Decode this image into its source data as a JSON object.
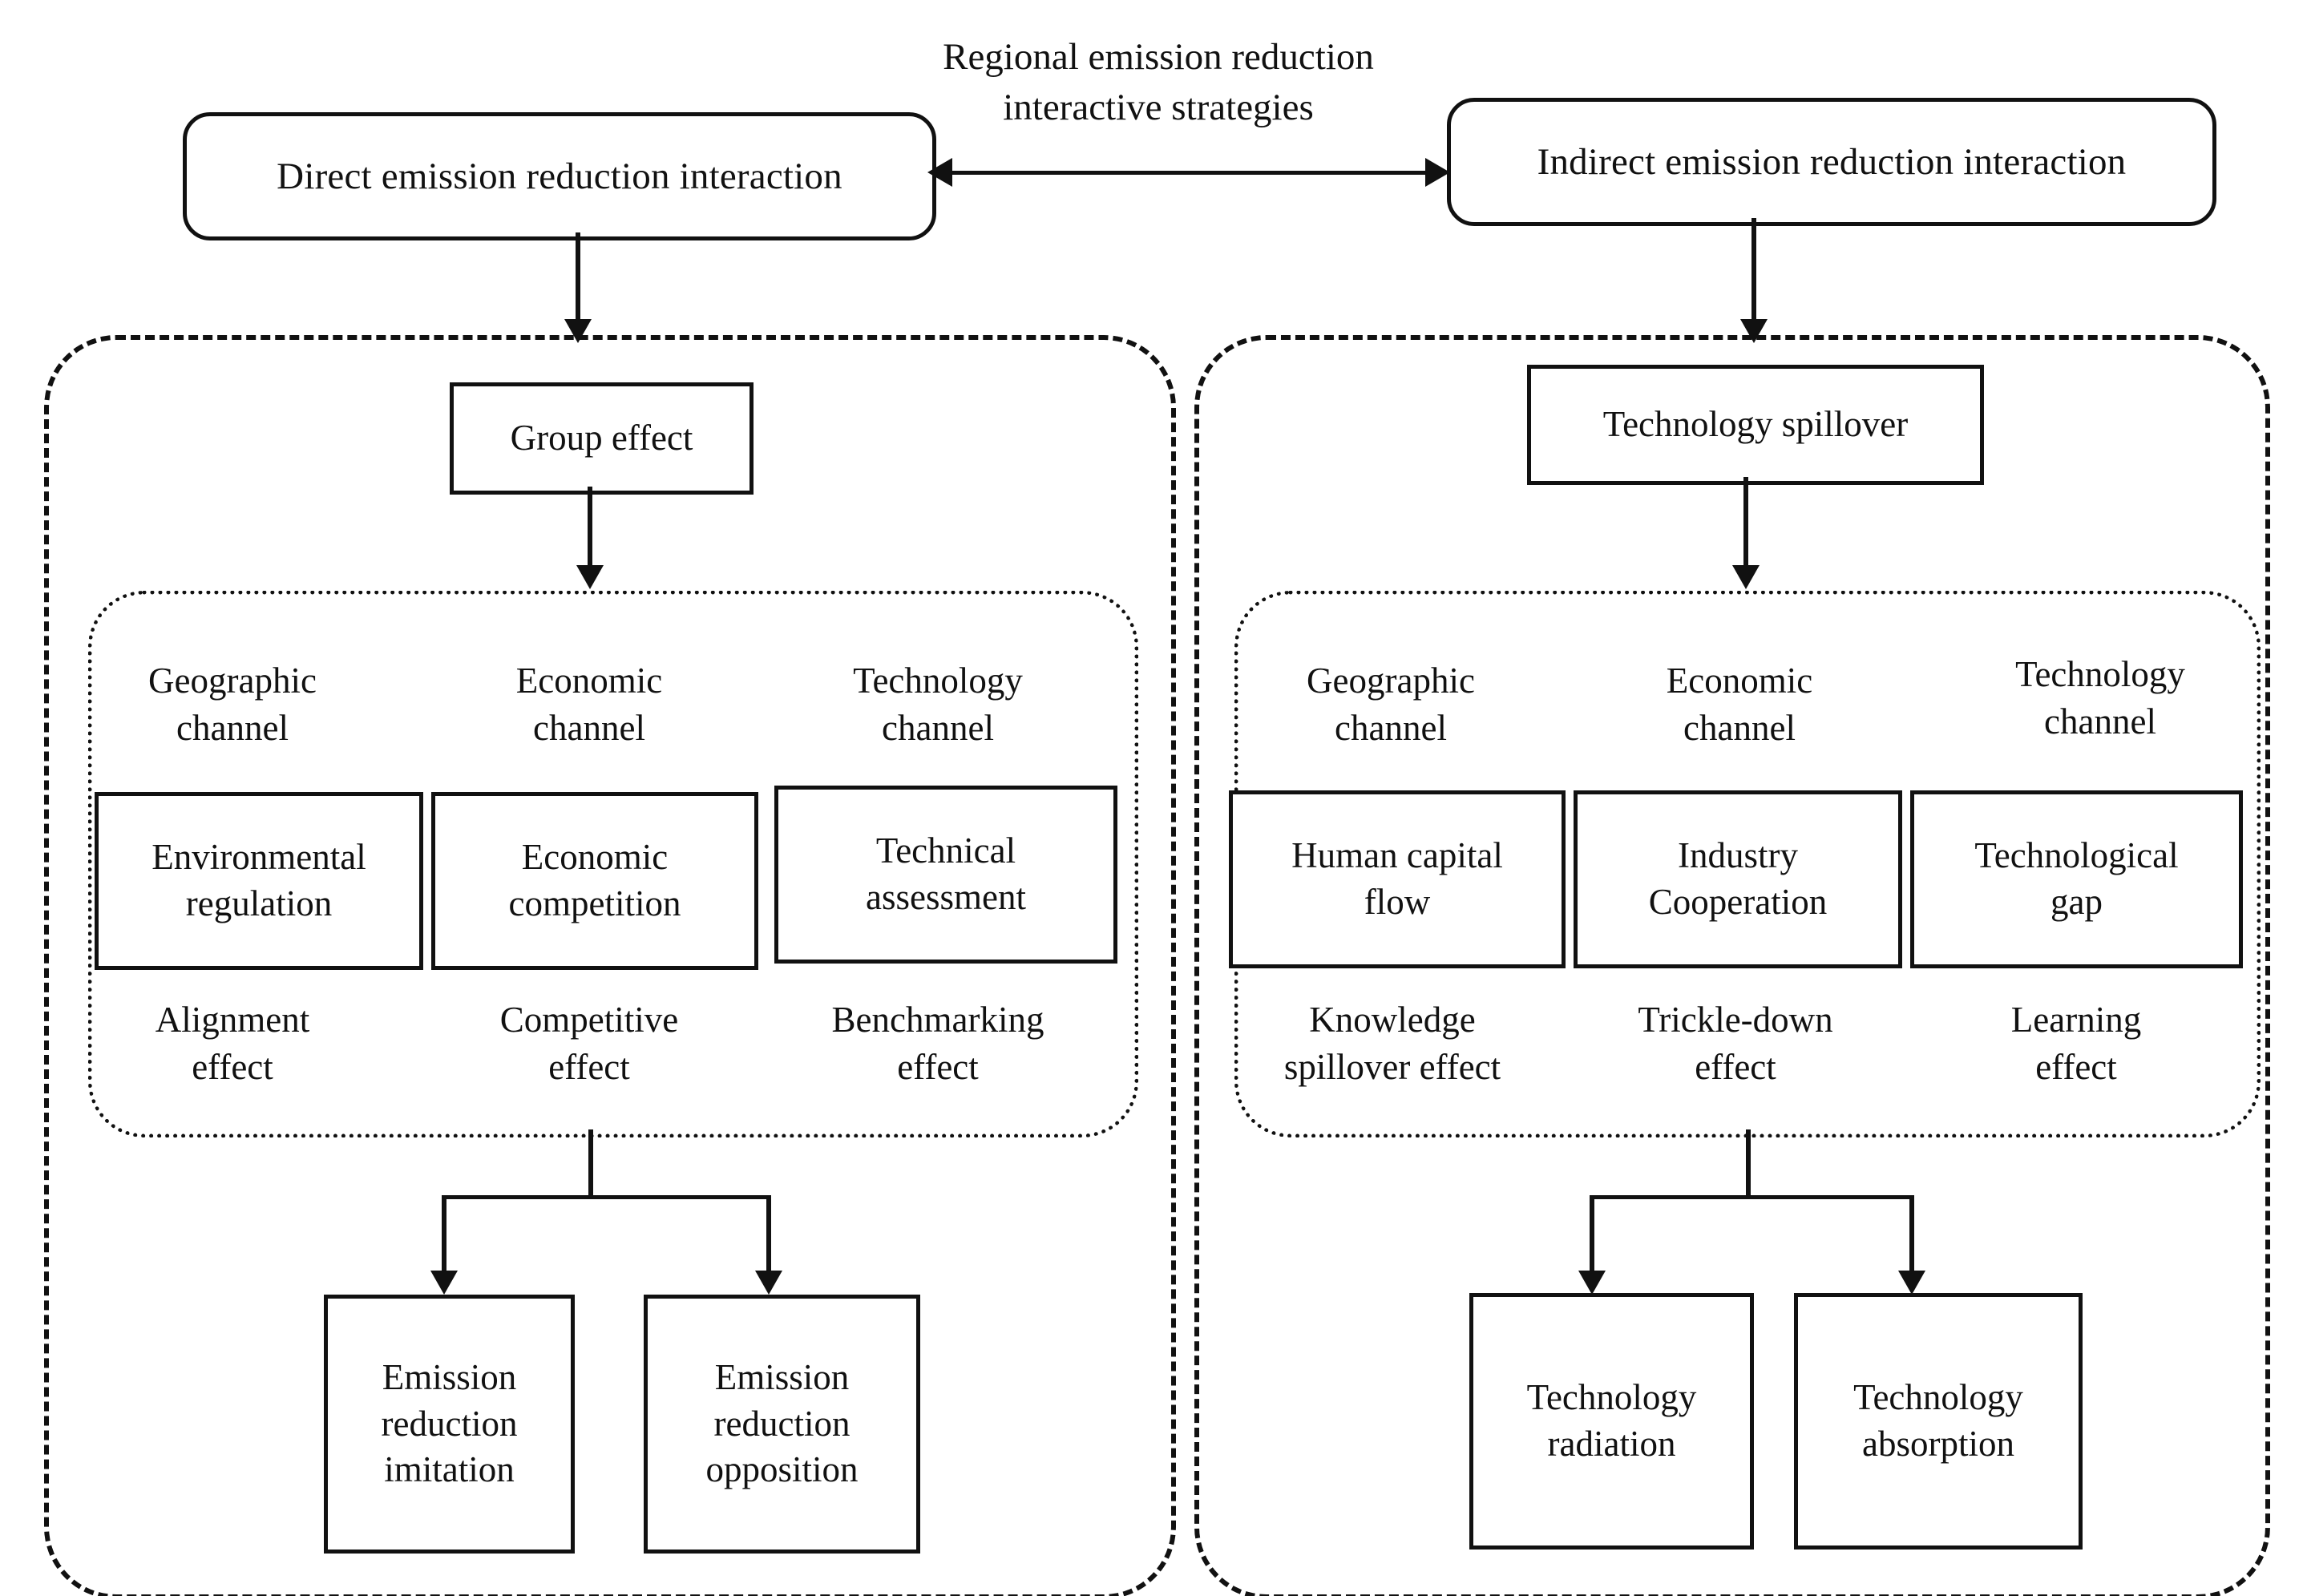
{
  "diagram": {
    "title": "Regional emission reduction\ninteractive strategies",
    "branches": {
      "left": {
        "header": "Direct emission reduction interaction",
        "driver": "Group effect",
        "channels": [
          {
            "channel": "Geographic\nchannel",
            "mechanism": "Environmental\nregulation",
            "effect": "Alignment\neffect"
          },
          {
            "channel": "Economic\nchannel",
            "mechanism": "Economic\ncompetition",
            "effect": "Competitive\neffect"
          },
          {
            "channel": "Technology\nchannel",
            "mechanism": "Technical\nassessment",
            "effect": "Benchmarking\neffect"
          }
        ],
        "outcomes": [
          "Emission\nreduction\nimitation",
          "Emission\nreduction\nopposition"
        ]
      },
      "right": {
        "header": "Indirect emission reduction interaction",
        "driver": "Technology spillover",
        "channels": [
          {
            "channel": "Geographic\nchannel",
            "mechanism": "Human capital\nflow",
            "effect": "Knowledge\nspillover effect"
          },
          {
            "channel": "Economic\nchannel",
            "mechanism": "Industry\nCooperation",
            "effect": "Trickle-down\neffect"
          },
          {
            "channel": "Technology\nchannel",
            "mechanism": "Technological\ngap",
            "effect": "Learning\neffect"
          }
        ],
        "outcomes": [
          "Technology\nradiation",
          "Technology\nabsorption"
        ]
      }
    },
    "colors": {
      "stroke": "#111111",
      "background": "#ffffff"
    }
  }
}
